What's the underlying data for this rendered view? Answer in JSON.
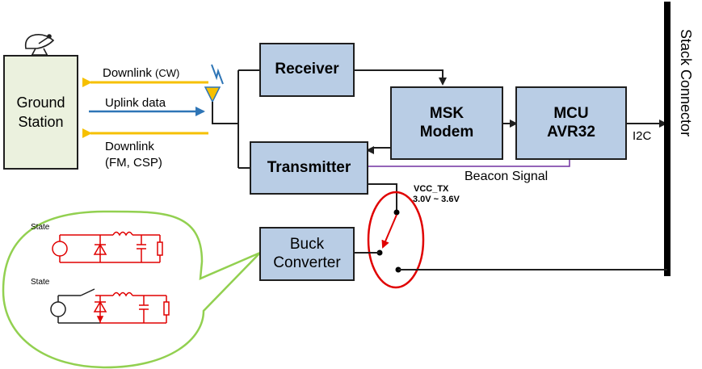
{
  "diagram": {
    "ground_station": {
      "line1": "Ground",
      "line2": "Station"
    },
    "links": {
      "downlink_cw": "Downlink",
      "downlink_cw_suffix": "(CW)",
      "uplink": "Uplink data",
      "downlink_fm_line1": "Downlink",
      "downlink_fm_line2": "(FM, CSP)"
    },
    "blocks": {
      "receiver": "Receiver",
      "msk_line1": "MSK",
      "msk_line2": "Modem",
      "mcu_line1": "MCU",
      "mcu_line2": "AVR32",
      "transmitter": "Transmitter",
      "buck_line1": "Buck",
      "buck_line2": "Converter"
    },
    "labels": {
      "i2c": "I2C",
      "beacon": "Beacon Signal",
      "vcc": "VCC_TX",
      "vcc_range": "3.0V ~ 3.6V",
      "stack": "Stack Connector",
      "state_top": "State",
      "state_bottom": "State"
    },
    "colors": {
      "block_fill": "#b9cde5",
      "ground_fill": "#ebf1de",
      "downlink_arrow": "#f6c000",
      "uplink_arrow": "#2e75b6",
      "beacon_line": "#7030a0",
      "switch_ring": "#e00000",
      "callout_border": "#92d050",
      "circuit_red": "#e00000"
    },
    "icons": [
      "satellite-dish-icon",
      "antenna-icon",
      "signal-bolt-icon"
    ]
  }
}
